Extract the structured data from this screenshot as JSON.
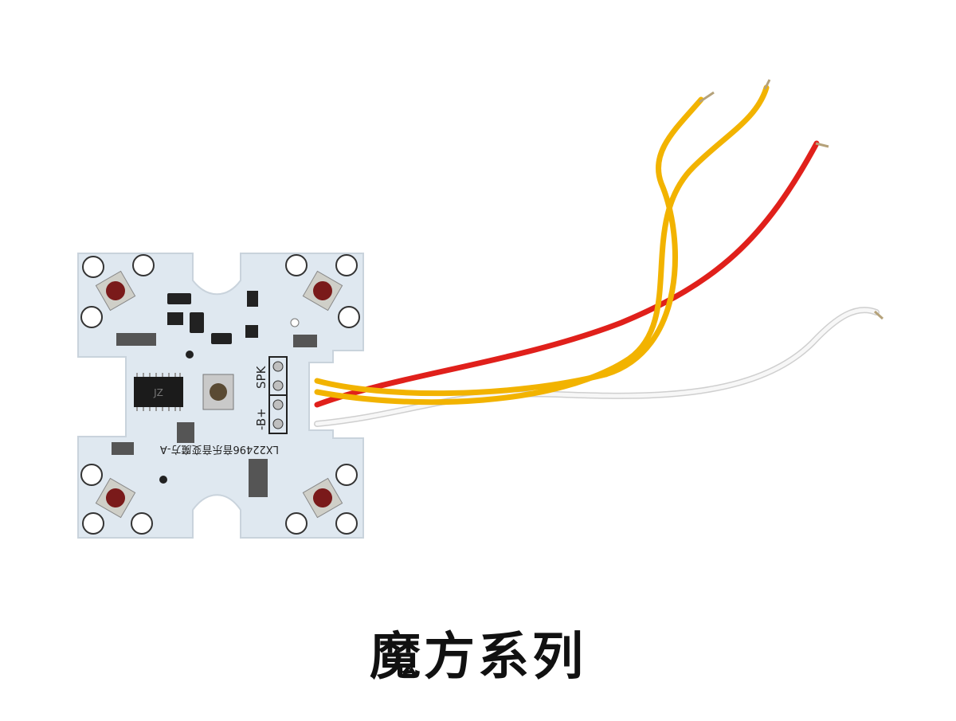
{
  "caption": "魔方系列",
  "board": {
    "label_model": "LX22496音乐音变魔方-A",
    "label_spk": "SPK",
    "label_power": "-B+",
    "ic_mark": "JZ"
  },
  "colors": {
    "pcb": "#dfe8f0",
    "wire_yellow": "#f2b300",
    "wire_red": "#e0201b",
    "wire_white": "#f2f2f2"
  }
}
